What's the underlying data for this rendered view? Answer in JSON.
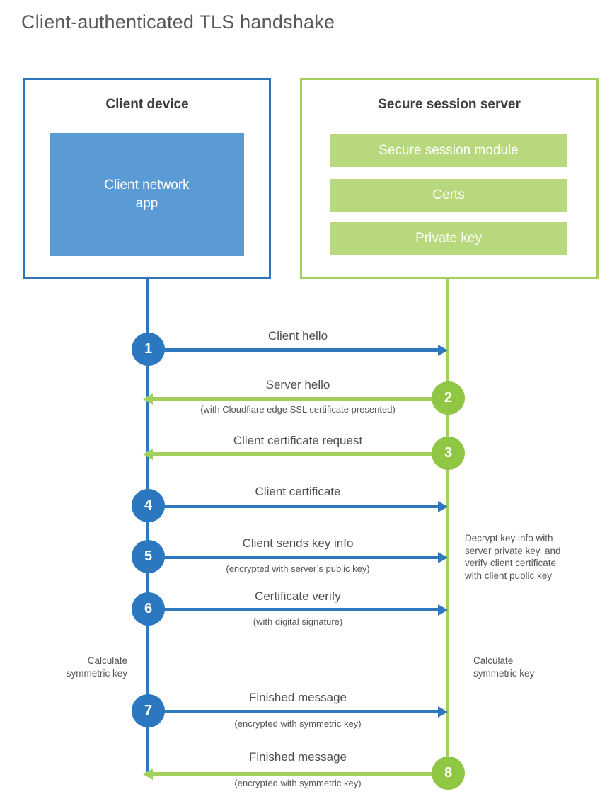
{
  "title": "Client-authenticated TLS handshake",
  "colors": {
    "client_blue": "#2e78be",
    "client_blue_light": "#5b9bd5",
    "server_green_circle": "#8fc643",
    "server_green_line": "#a3cf5c",
    "server_green_bar": "#b7d87d",
    "text_gray": "#555555",
    "heading_gray": "#3e3e40"
  },
  "client_box": {
    "title": "Client device",
    "app_label": "Client network\napp"
  },
  "server_box": {
    "title": "Secure session server",
    "modules": [
      "Secure session module",
      "Certs",
      "Private key"
    ]
  },
  "steps": [
    {
      "num": "1",
      "actor": "client",
      "direction": "right",
      "label": "Client hello",
      "sublabel": ""
    },
    {
      "num": "2",
      "actor": "server",
      "direction": "left",
      "label": "Server hello",
      "sublabel": "(with Cloudflare edge SSL certificate presented)"
    },
    {
      "num": "3",
      "actor": "server",
      "direction": "left",
      "label": "Client certificate request",
      "sublabel": ""
    },
    {
      "num": "4",
      "actor": "client",
      "direction": "right",
      "label": "Client certificate",
      "sublabel": ""
    },
    {
      "num": "5",
      "actor": "client",
      "direction": "right",
      "label": "Client sends key info",
      "sublabel": "(encrypted with server’s public key)"
    },
    {
      "num": "6",
      "actor": "client",
      "direction": "right",
      "label": "Certificate verify",
      "sublabel": "(with digital signature)"
    },
    {
      "num": "7",
      "actor": "client",
      "direction": "right",
      "label": "Finished message",
      "sublabel": "(encrypted with symmetric key)"
    },
    {
      "num": "8",
      "actor": "server",
      "direction": "left",
      "label": "Finished message",
      "sublabel": "(encrypted with symmetric key)"
    }
  ],
  "notes": {
    "decrypt": "Decrypt key info with\nserver private key, and\nverify client certificate\nwith client public key",
    "calc_left": "Calculate\nsymmetric key",
    "calc_right": "Calculate\nsymmetric key"
  }
}
